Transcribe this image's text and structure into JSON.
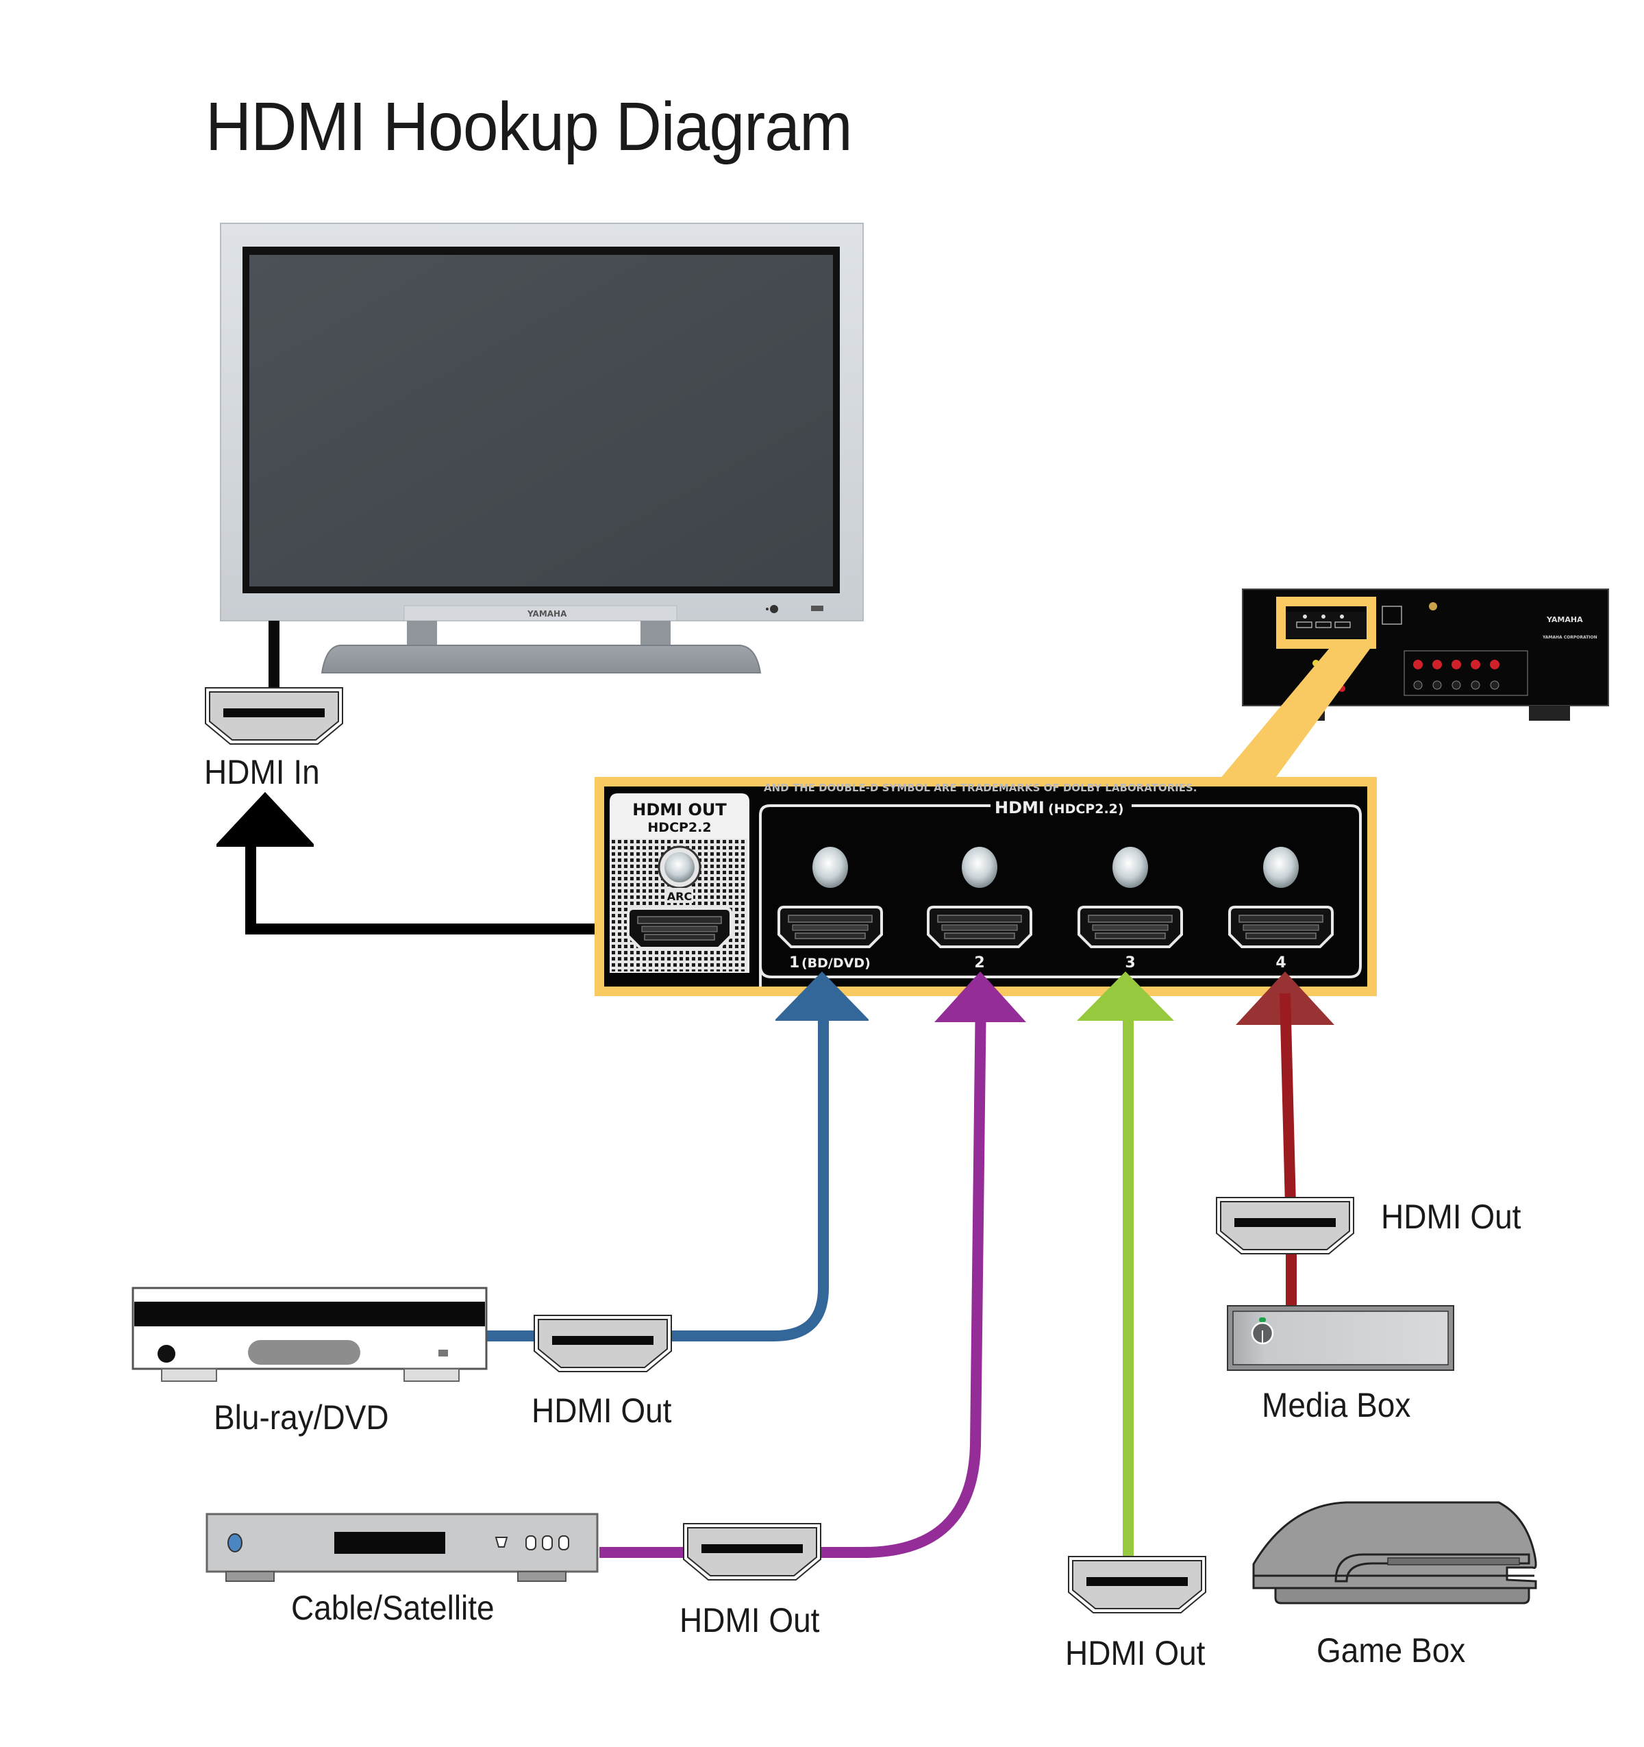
{
  "title": "HDMI Hookup Diagram",
  "colors": {
    "callout": "#f9c962",
    "tv_cable": "#0a0a0a",
    "cable_bluray": "#336699",
    "cable_cable_sat": "#952d98",
    "cable_game": "#96c93d",
    "cable_media": "#9b1b20"
  },
  "tv": {
    "name": "TV",
    "brand": "YAMAHA",
    "port_label": "HDMI In"
  },
  "receiver": {
    "brand": "YAMAHA",
    "corporation": "YAMAHA CORPORATION",
    "panel": {
      "trademark_text": "AND THE DOUBLE-D SYMBOL ARE TRADEMARKS OF DOLBY LABORATORIES.",
      "out_title": "HDMI OUT",
      "out_subtitle": "HDCP2.2",
      "arc_label": "ARC",
      "in_group_title": "HDMI",
      "in_group_subtitle": "(HDCP2.2)",
      "inputs": [
        {
          "number": "1",
          "note": "(BD/DVD)"
        },
        {
          "number": "2",
          "note": ""
        },
        {
          "number": "3",
          "note": ""
        },
        {
          "number": "4",
          "note": ""
        }
      ]
    }
  },
  "sources": [
    {
      "name": "Blu-ray/DVD",
      "port_label": "HDMI Out",
      "input": "1"
    },
    {
      "name": "Cable/Satellite",
      "port_label": "HDMI Out",
      "input": "2"
    },
    {
      "name": "Game Box",
      "port_label": "HDMI Out",
      "input": "3"
    },
    {
      "name": "Media Box",
      "port_label": "HDMI Out",
      "input": "4"
    }
  ]
}
